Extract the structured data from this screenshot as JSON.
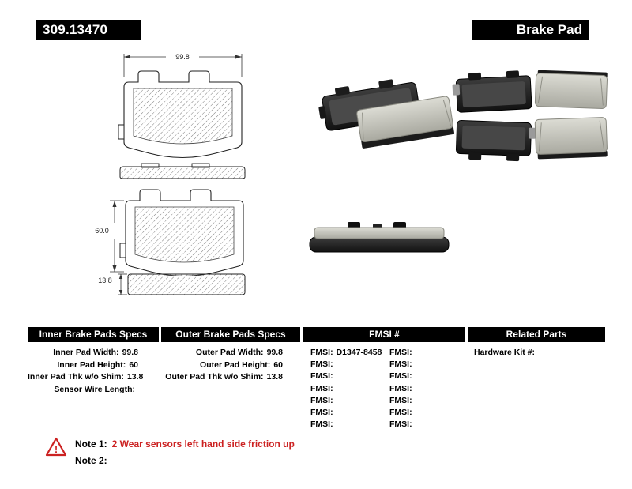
{
  "header": {
    "part_number": "309.13470",
    "product_type": "Brake Pad"
  },
  "drawing": {
    "width_dim": "99.8",
    "height_dim": "60.0",
    "thickness_dim": "13.8"
  },
  "tables": {
    "inner": {
      "header": "Inner Brake Pads Specs",
      "rows": [
        {
          "label": "Inner Pad Width:",
          "value": "99.8"
        },
        {
          "label": "Inner Pad Height:",
          "value": "60"
        },
        {
          "label": "Inner Pad Thk w/o Shim:",
          "value": "13.8"
        },
        {
          "label": "Sensor Wire Length:",
          "value": ""
        }
      ]
    },
    "outer": {
      "header": "Outer Brake Pads Specs",
      "rows": [
        {
          "label": "Outer Pad Width:",
          "value": "99.8"
        },
        {
          "label": "Outer Pad Height:",
          "value": "60"
        },
        {
          "label": "Outer Pad Thk w/o Shim:",
          "value": "13.8"
        }
      ]
    },
    "fmsi": {
      "header": "FMSI #",
      "rows": [
        {
          "left_label": "FMSI:",
          "left_value": "D1347-8458",
          "right_label": "FMSI:",
          "right_value": ""
        },
        {
          "left_label": "FMSI:",
          "left_value": "",
          "right_label": "FMSI:",
          "right_value": ""
        },
        {
          "left_label": "FMSI:",
          "left_value": "",
          "right_label": "FMSI:",
          "right_value": ""
        },
        {
          "left_label": "FMSI:",
          "left_value": "",
          "right_label": "FMSI:",
          "right_value": ""
        },
        {
          "left_label": "FMSI:",
          "left_value": "",
          "right_label": "FMSI:",
          "right_value": ""
        },
        {
          "left_label": "FMSI:",
          "left_value": "",
          "right_label": "FMSI:",
          "right_value": ""
        },
        {
          "left_label": "FMSI:",
          "left_value": "",
          "right_label": "FMSI:",
          "right_value": ""
        }
      ]
    },
    "related": {
      "header": "Related Parts",
      "rows": [
        {
          "label": "Hardware Kit #:",
          "value": ""
        }
      ]
    }
  },
  "notes": {
    "note1_label": "Note 1:",
    "note1_text": "2 Wear sensors left hand side friction up",
    "note2_label": "Note 2:",
    "note2_text": ""
  },
  "colors": {
    "bar_black": "#000000",
    "note_red": "#cc2222"
  }
}
